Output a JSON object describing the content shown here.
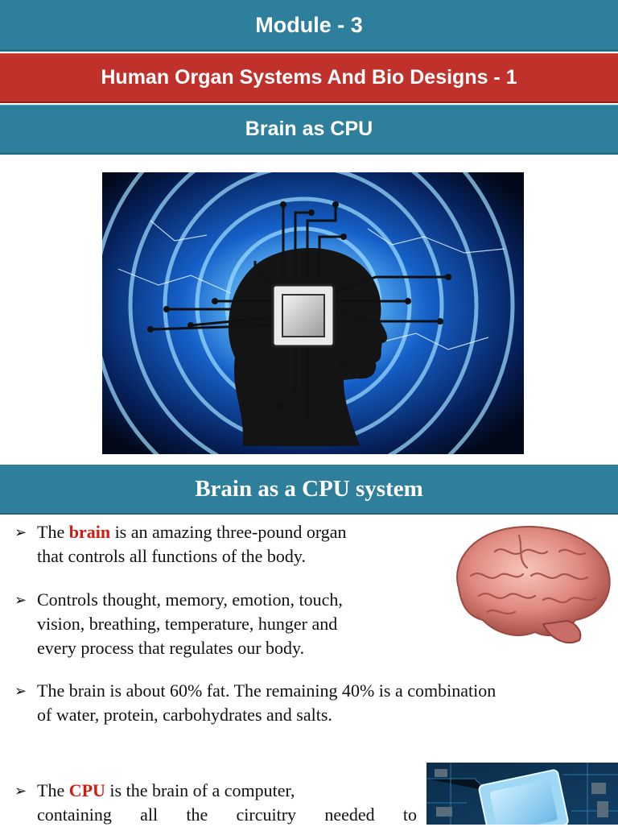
{
  "header": {
    "module": "Module - 3",
    "course": "Human Organ Systems And Bio Designs - 1",
    "topic": "Brain as CPU"
  },
  "section": {
    "title": "Brain as a CPU system"
  },
  "bullets": [
    {
      "pre": "The ",
      "highlight": "brain",
      "post": " is an amazing three-pound organ",
      "line2": "that controls all functions of the body."
    },
    {
      "line1": "Controls thought, memory, emotion, touch,",
      "line2": "vision, breathing, temperature, hunger and",
      "line3": "every process that regulates our body."
    },
    {
      "line1": "The brain is about 60% fat. The remaining 40% is a combination",
      "line2": "of water, protein, carbohydrates and salts."
    },
    {
      "pre": "The ",
      "highlight": "CPU",
      "post": " is the brain of a computer,",
      "line2": "containing all the circuitry needed to"
    }
  ],
  "images": {
    "hero": "circuit-head-illustration",
    "brain": "human-brain-photo",
    "cpu": "cpu-chip-photo"
  },
  "colors": {
    "banner_blue": "#2e7f9b",
    "banner_red": "#c0312c",
    "highlight_red": "#d01a12"
  }
}
